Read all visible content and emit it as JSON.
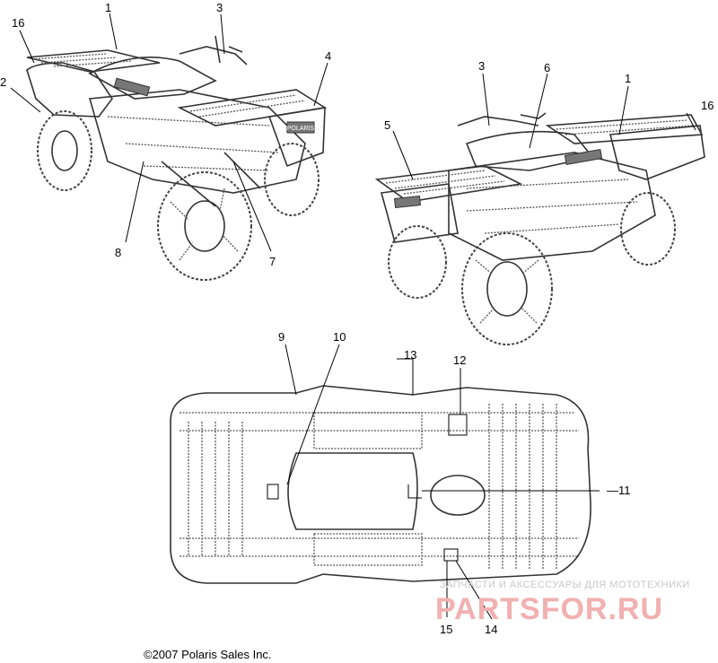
{
  "callouts": {
    "c1": "1",
    "c2": "2",
    "c3": "3",
    "c4": "4",
    "c5": "5",
    "c6": "6",
    "c7": "7",
    "c8": "8",
    "c9": "9",
    "c10": "10",
    "c11": "—11",
    "c12": "12",
    "c13": "13",
    "c14": "14",
    "c15": "15",
    "c16": "16"
  },
  "footer": {
    "copyright": "©2007 Polaris Sales Inc."
  },
  "watermark": {
    "caption": "ЗАПЧАСТИ И АКСЕССУАРЫ ДЛЯ МОТОТЕХНИКИ",
    "site": "PARTSFOR.RU"
  },
  "artwork": {
    "brand_decal": "POLARIS"
  }
}
